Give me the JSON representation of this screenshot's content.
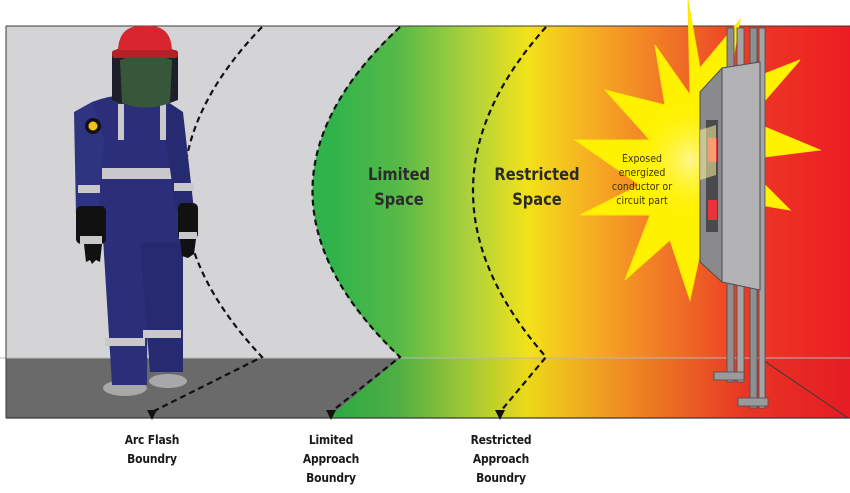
{
  "zones": {
    "limited": {
      "line1": "Limited",
      "line2": "Space"
    },
    "restricted": {
      "line1": "Restricted",
      "line2": "Space"
    }
  },
  "hazard": {
    "line1": "Exposed",
    "line2": "energized",
    "line3": "conductor or",
    "line4": "circuit part"
  },
  "boundaries": {
    "arc_flash": {
      "line1": "Arc Flash",
      "line2": "Boundry"
    },
    "limited_approach": {
      "line1": "Limited",
      "line2": "Approach",
      "line3": "Boundry"
    },
    "restricted_approach": {
      "line1": "Restricted",
      "line2": "Approach",
      "line3": "Boundry"
    }
  },
  "colors": {
    "wall_grey": "#d4d4d6",
    "floor_grey": "#6a6a6a",
    "zone_green": "#3bb54a",
    "zone_yellow": "#f2e21a",
    "zone_orange": "#f0751f",
    "zone_red": "#ed1c24",
    "suit_navy": "#2b2f7a",
    "helmet_red": "#d7262e",
    "flash_yellow": "#fff200"
  }
}
